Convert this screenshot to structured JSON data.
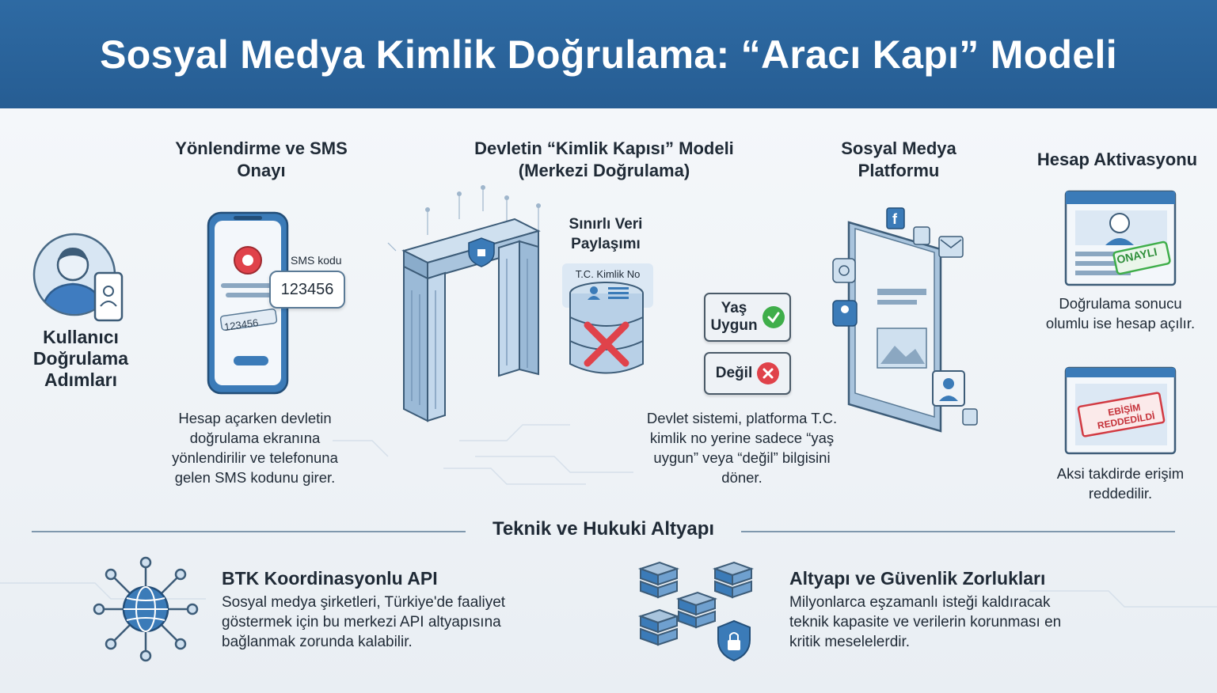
{
  "title": "Sosyal Medya Kimlik Doğrulama: “Aracı Kapı” Modeli",
  "user": {
    "label": "Kullanıcı Doğrulama Adımları"
  },
  "step_sms": {
    "heading": "Yönlendirme ve SMS Onayı",
    "sms_label": "SMS kodu",
    "sms_code": "123456",
    "field_code": "123456",
    "description": "Hesap açarken devletin doğrulama ekranına yönlendirilir ve telefonuna gelen SMS kodunu girer."
  },
  "step_gate": {
    "heading": "Devletin “Kimlik Kapısı” Modeli (Merkezi Doğrulama)",
    "limited_share": "Sınırlı Veri Paylaşımı",
    "tc_label": "T.C. Kimlik No"
  },
  "responses": {
    "yes_label": "Yaş Uygun",
    "no_label": "Değil",
    "description": "Devlet sistemi, platforma T.C. kimlik no yerine sadece “yaş uygun” veya “değil” bilgisini döner."
  },
  "step_platform": {
    "heading": "Sosyal Medya Platformu"
  },
  "step_activation": {
    "heading": "Hesap Aktivasyonu",
    "approved_stamp": "ONAYLI",
    "approved_text": "Doğrulama sonucu olumlu ise hesap açılır.",
    "rejected_stamp_line1": "EBİŞİM",
    "rejected_stamp_line2": "REDDEDİLDİ",
    "rejected_text": "Aksi takdirde erişim reddedilir."
  },
  "infrastructure": {
    "section_title": "Teknik ve Hukuki Altyapı",
    "api_title": "BTK Koordinasyonlu API",
    "api_text": "Sosyal medya şirketleri, Türkiye'de faaliyet göstermek için bu merkezi API altyapısına bağlanmak zorunda kalabilir.",
    "security_title": "Altyapı ve Güvenlik Zorlukları",
    "security_text": "Milyonlarca eşzamanlı isteği kaldıracak teknik kapasite ve verilerin korunması en kritik meselelerdir."
  },
  "colors": {
    "header_blue": "#2e6aa3",
    "accent_blue": "#3b7bb8",
    "light_blue": "#c9dcef",
    "ok_green": "#3fae4a",
    "error_red": "#e0424a"
  }
}
